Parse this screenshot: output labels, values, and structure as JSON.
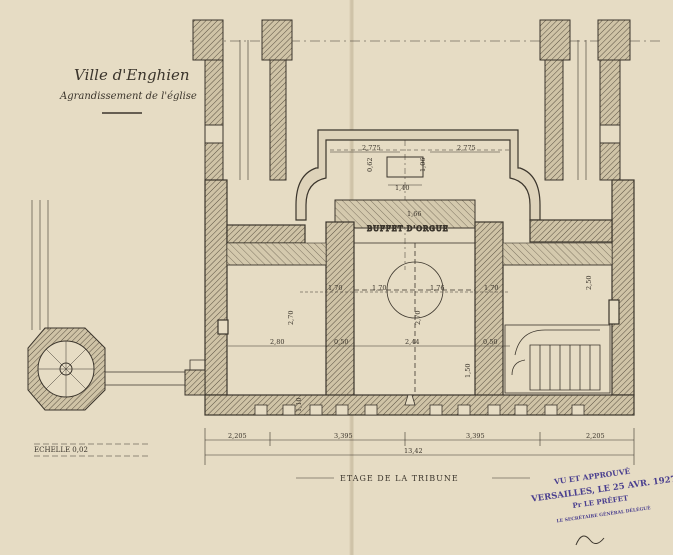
{
  "sheet": {
    "city": "Ville d'Enghien",
    "project": "Agrandissement de l'église",
    "scale": "ECHELLE 0,02",
    "floor_title": "ETAGE DE LA TRIBUNE",
    "organ_label": "BUFFET D'ORGUE"
  },
  "dimensions": {
    "apse_left": "2,775",
    "apse_right": "2,775",
    "apse_depth_1": "0,62",
    "apse_depth_2": "1,06",
    "apse_inner": "1,40",
    "organ_depth": "1,66",
    "mid_a": "1,70",
    "mid_b": "1,70",
    "mid_c": "1,76",
    "mid_d": "1,70",
    "left_room_height": "2,70",
    "right_room_height": "2,50",
    "center_height": "2,70",
    "left_width": "2,80",
    "pier_left": "0,50",
    "center_width": "2,44",
    "pier_right": "0,50",
    "stair_height": "1,50",
    "pier_height": "1,10",
    "bottom_1": "2,205",
    "bottom_2": "3,395",
    "bottom_3": "3,395",
    "bottom_4": "2,205",
    "total_width": "13,42"
  },
  "stamp": {
    "line1": "VU ET APPROUVÉ",
    "line2": "VERSAILLES, LE 25 AVR. 1927",
    "line3": "Pr LE PRÉFET",
    "line4": "LE SECRÉTAIRE GÉNÉRAL DÉLÉGUÉ"
  },
  "colors": {
    "paper": "#e6dcc4",
    "ink": "#3b352c",
    "wall_fill": "#c9bda2",
    "stamp": "#4a3f8f"
  }
}
